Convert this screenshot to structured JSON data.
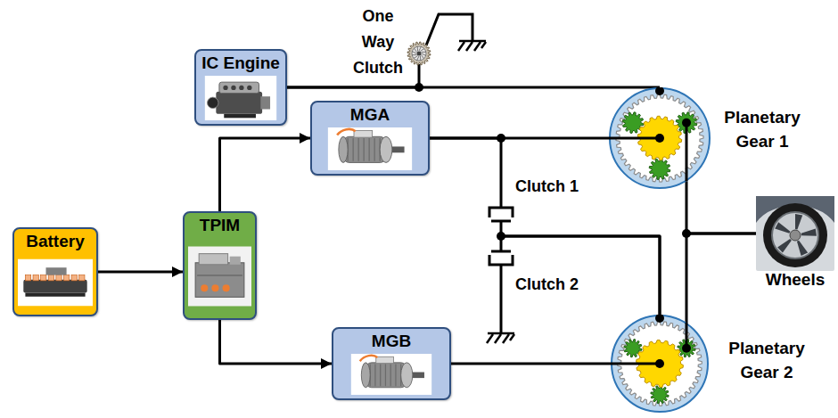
{
  "diagram": {
    "nodes": [
      {
        "text": [
          "One Way Clutch"
        ]
      },
      {
        "text": [
          "IC Engine"
        ]
      },
      {
        "text": [
          "MGA"
        ]
      },
      {
        "text": [
          "Planetary Gear 1"
        ]
      },
      {
        "text": [
          "Clutch 1"
        ]
      },
      {
        "text": [
          "Battery"
        ]
      },
      {
        "text": [
          "TPIM"
        ]
      },
      {
        "text": [
          "Wheels"
        ]
      },
      {
        "text": [
          "Clutch 2"
        ]
      },
      {
        "text": [
          "MGB"
        ]
      },
      {
        "text": [
          "Planetary Gear 2"
        ]
      }
    ],
    "edges": [
      {
        "from": 5,
        "to": 6,
        "arrow": "to"
      },
      {
        "from": 6,
        "to": 2,
        "arrow": "to"
      },
      {
        "from": 6,
        "to": 9,
        "arrow": "to"
      },
      {
        "from": 1,
        "to": 3,
        "arrow": "none"
      },
      {
        "from": 0,
        "to": 1,
        "arrow": "none"
      },
      {
        "from": 2,
        "to": 3,
        "arrow": "none"
      },
      {
        "from": 4,
        "to": 2,
        "arrow": "none"
      },
      {
        "from": 4,
        "to": 10,
        "arrow": "none"
      },
      {
        "from": 8,
        "to": 10,
        "arrow": "none"
      },
      {
        "from": 3,
        "to": 7,
        "arrow": "none"
      },
      {
        "from": 10,
        "to": 7,
        "arrow": "none"
      },
      {
        "from": 9,
        "to": 10,
        "arrow": "none"
      }
    ]
  }
}
